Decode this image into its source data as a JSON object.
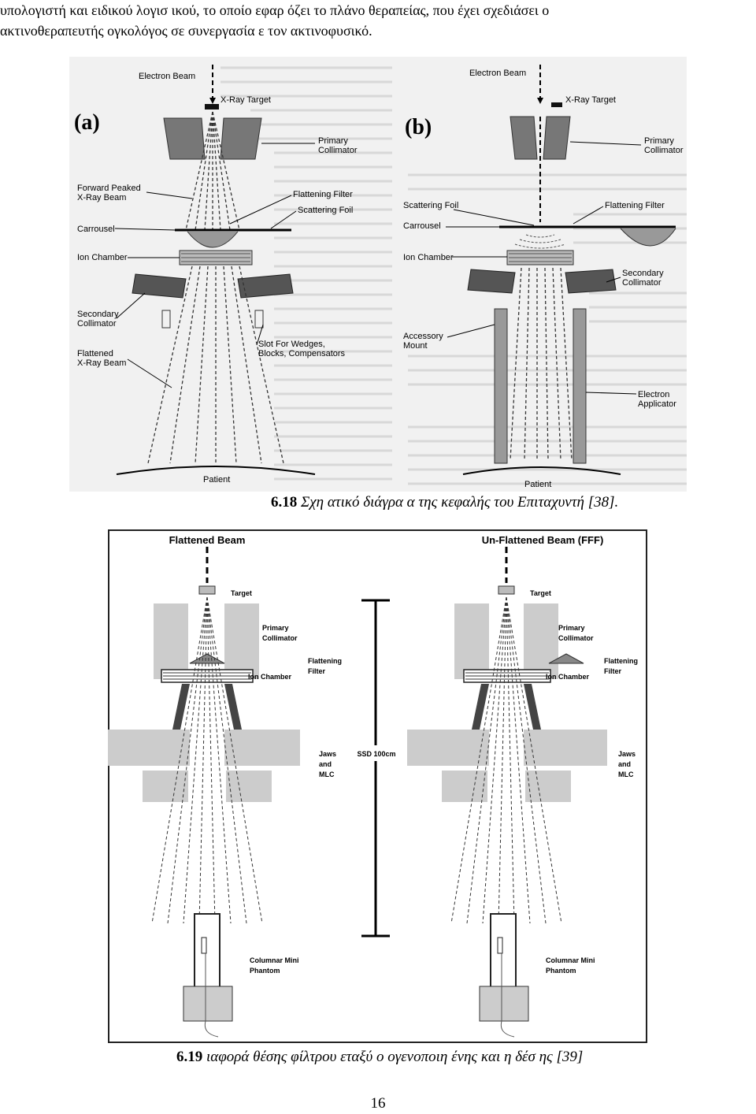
{
  "paragraph": {
    "line1": "υπολογιστή  και  ειδικού  λογισ ικού,  το  οποίο  εφαρ όζει  το  πλάνο  θεραπείας,  που  έχει  σχεδιάσει  ο",
    "line2": "ακτινοθεραπευτής ογκολόγος σε συνεργασία   ε τον ακτινοφυσικό."
  },
  "figure_6_18": {
    "panel_a": {
      "tag": "(a)",
      "labels": {
        "electron_beam": "Electron Beam",
        "xray_target": "X-Ray Target",
        "primary_collimator": "Primary Collimator",
        "forward_peaked": "Forward Peaked X-Ray Beam",
        "flattening_filter": "Flattening Filter",
        "scattering_foil": "Scattering Foil",
        "carrousel": "Carrousel",
        "ion_chamber": "Ion Chamber",
        "secondary_collimator": "Secondary Collimator",
        "flattened_beam": "Flattened X-Ray Beam",
        "slot": "Slot For Wedges, Blocks, Compensators",
        "patient": "Patient"
      }
    },
    "panel_b": {
      "tag": "(b)",
      "labels": {
        "electron_beam": "Electron Beam",
        "xray_target": "X-Ray Target",
        "primary_collimator": "Primary Collimator",
        "scattering_foil": "Scattering Foil",
        "flattening_filter": "Flattening Filter",
        "carrousel": "Carrousel",
        "ion_chamber": "Ion Chamber",
        "secondary_collimator": "Secondary Collimator",
        "accessory_mount": "Accessory Mount",
        "electron_applicator": "Electron Applicator",
        "patient": "Patient"
      }
    },
    "caption_number": "6.18",
    "caption_text": "Σχη ατικό διάγρα    α της κεφαλής του Επιταχυντή [38]."
  },
  "figure_6_19": {
    "left": {
      "title": "Flattened Beam",
      "target": "Target",
      "primary_collimator": "Primary Collimator",
      "flattening_filter": "Flattening Filter",
      "ion_chamber": "Ion Chamber",
      "jaws": "Jaws and MLC",
      "phantom": "Columnar Mini Phantom"
    },
    "right": {
      "title": "Un-Flattened Beam (FFF)",
      "target": "Target",
      "primary_collimator": "Primary Collimator",
      "flattening_filter": "Flattening Filter",
      "ion_chamber": "Ion Chamber",
      "jaws": "Jaws and MLC",
      "phantom": "Columnar Mini Phantom"
    },
    "ssd": "SSD 100cm",
    "caption_number": "6.19",
    "caption_text": "ιαφορά θέσης φίλτρου   εταξύ ο ογενοποιη ένης και   η δέσ ης [39]"
  },
  "page_number": "16"
}
